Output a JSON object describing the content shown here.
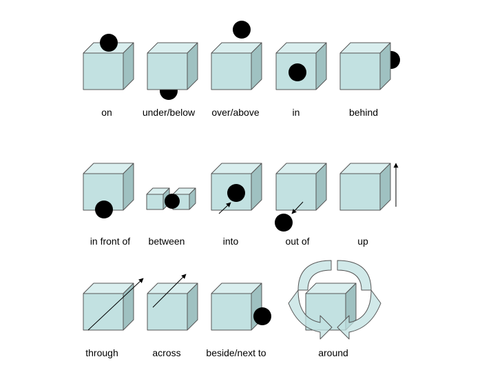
{
  "colors": {
    "front": "#c2e1e1",
    "top": "#d9eeee",
    "side": "#9fc1c1",
    "edge": "#555555",
    "ball": "#000000",
    "label": "#000000"
  },
  "prepositions": [
    {
      "id": "on",
      "label": "on"
    },
    {
      "id": "under-below",
      "label": "under/below"
    },
    {
      "id": "over-above",
      "label": "over/above"
    },
    {
      "id": "in",
      "label": "in"
    },
    {
      "id": "behind",
      "label": "behind"
    },
    {
      "id": "in-front-of",
      "label": "in front of"
    },
    {
      "id": "between",
      "label": "between"
    },
    {
      "id": "into",
      "label": "into"
    },
    {
      "id": "out-of",
      "label": "out of"
    },
    {
      "id": "up",
      "label": "up"
    },
    {
      "id": "through",
      "label": "through"
    },
    {
      "id": "across",
      "label": "across"
    },
    {
      "id": "beside-next-to",
      "label": "beside/next to"
    },
    {
      "id": "around",
      "label": "around"
    }
  ]
}
